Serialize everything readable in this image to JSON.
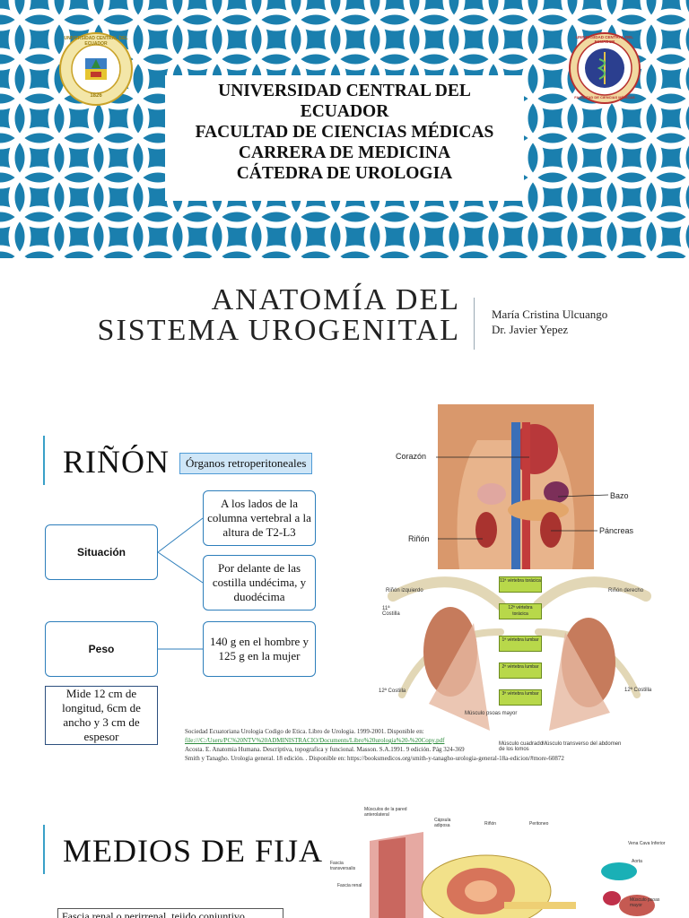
{
  "header": {
    "title_lines": [
      "UNIVERSIDAD CENTRAL DEL",
      "ECUADOR",
      "FACULTAD DE CIENCIAS MÉDICAS",
      "CARRERA DE MEDICINA",
      "CÁTEDRA DE UROLOGIA"
    ],
    "left_seal_text": "UNIVERSIDAD CENTRAL DEL ECUADOR",
    "left_seal_year": "1826",
    "right_seal_text": "UNIVERSIDAD CENTRAL DEL ECUADOR",
    "right_seal_bottom": "FACULTAD DE CIENCIAS MÉDICAS",
    "colors": {
      "pattern_bg": "#1a7fae",
      "pattern_lines": "#ffffff"
    }
  },
  "title_slide": {
    "title_line1": "ANATOMÍA DEL",
    "title_line2": "SISTEMA UROGENITAL",
    "authors": [
      "María Cristina Ulcuango",
      "Dr. Javier Yepez"
    ]
  },
  "rinon_slide": {
    "heading": "RIÑÓN",
    "tag": "Órganos retroperitoneales",
    "situacion_label": "Situación",
    "situacion_items": [
      "A los lados de la columna vertebral a la altura de T2-L3",
      "Por delante de las costilla undécima, y duodécima"
    ],
    "peso_label": "Peso",
    "peso_value": "140 g en el hombre y 125 g en la mujer",
    "dimensions": "Mide 12 cm de longitud, 6cm de ancho y 3 cm de espesor",
    "references": [
      "Sociedad Ecuatoriana Urologia Codigo de Etica. Libro de Urologia. 1999-2001. Disponible en:",
      "file:///C:/Users/PC%20NTV%20ADMINISTRACIO/Documents/Libro%20urologia%20-%20Copy.pdf",
      "Acosta. E. Anatomia Humana. Descriptiva, topografica y funcional. Masson. S.A.1991. 9 edición. Pág 324-369",
      "Smith y Tanagho. Urologia general. 18 edición. . Disponible en: https://booksmedicos.org/smith-y-tanagho-urologia-general-18a-edicion/#more-60872"
    ],
    "figure_top_labels": [
      "Corazón",
      "Bazo",
      "Páncreas",
      "Riñón"
    ],
    "figure_bottom": {
      "left_kidney": "Riñón izquierdo",
      "right_kidney": "Riñón derecho",
      "rib11": "11ª Costilla",
      "rib12_left": "12ª Costilla",
      "rib12_right": "12ª Costilla",
      "vertebrae": [
        "11ª vértebra torácica",
        "12ª vértebra torácica",
        "1ª vértebra lumbar",
        "2ª vértebra lumbar",
        "3ª vértebra lumbar"
      ],
      "psoas": "Músculo psoas mayor",
      "quadratus": "Músculo cuadrado de los lomos",
      "abdomen": "Músculo transverso del abdomen"
    }
  },
  "fijacion_slide": {
    "heading": "MEDIOS DE FIJA",
    "note": "Fascia renal o perirrenal, tejido conjuntivo",
    "figure_labels": [
      "Músculos de la pared anterolateral",
      "Cápsula adiposa",
      "Riñón",
      "Peritoneo",
      "Fascia transversalis",
      "Fascia renal",
      "Vena Cava Inferior",
      "Aorta",
      "Músculo psoas mayor"
    ]
  }
}
